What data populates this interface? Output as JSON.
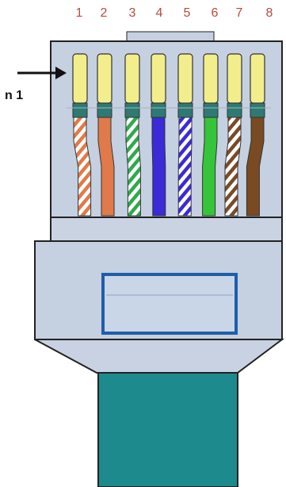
{
  "pin_labels": [
    "1",
    "2",
    "3",
    "4",
    "5",
    "6",
    "7",
    "8"
  ],
  "callout_label": "n 1",
  "colors": {
    "pin_number_text": "#b84a3a",
    "callout_text": "#111111",
    "connector_body": "#c5d0e0",
    "connector_outline": "#222222",
    "contact_gold": "#f3ee8c",
    "contact_band": "#2e7a72",
    "latch_outline": "#1f5ea8",
    "cable_jacket": "#1d8a8e"
  },
  "wires": [
    {
      "pin": "1",
      "base": "#ffffff",
      "stripe": "#e07a4a",
      "striped": true
    },
    {
      "pin": "2",
      "base": "#e07a4a",
      "stripe": "",
      "striped": false
    },
    {
      "pin": "3",
      "base": "#ffffff",
      "stripe": "#2eaa4a",
      "striped": true
    },
    {
      "pin": "4",
      "base": "#3a2ad8",
      "stripe": "",
      "striped": false
    },
    {
      "pin": "5",
      "base": "#ffffff",
      "stripe": "#3a2ad8",
      "striped": true
    },
    {
      "pin": "6",
      "base": "#36c43a",
      "stripe": "",
      "striped": false
    },
    {
      "pin": "7",
      "base": "#ffffff",
      "stripe": "#7a4a28",
      "striped": true
    },
    {
      "pin": "8",
      "base": "#7a4a22",
      "stripe": "",
      "striped": false
    }
  ]
}
